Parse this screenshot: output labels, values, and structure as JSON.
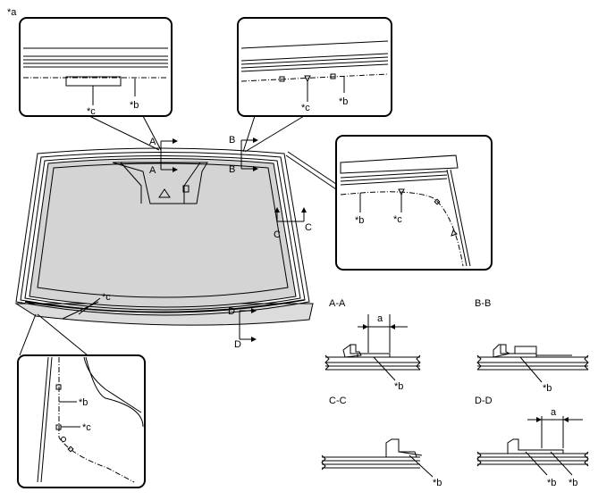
{
  "diagram": {
    "figure_label": "*a",
    "mark_b": "*b",
    "mark_c": "*c",
    "dimension_a": "a",
    "cut_a": "A",
    "cut_b": "B",
    "cut_c": "C",
    "cut_d": "D",
    "section_aa": "A-A",
    "section_bb": "B-B",
    "section_cc": "C-C",
    "section_dd": "D-D"
  }
}
